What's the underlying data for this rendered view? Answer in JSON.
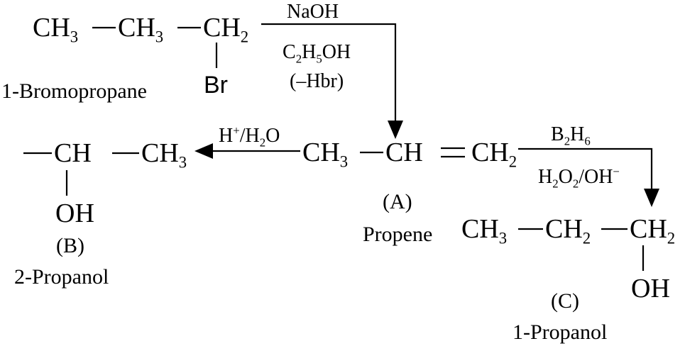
{
  "bromopropane": {
    "c1": "CH",
    "c1_sub": "3",
    "c2": "CH",
    "c2_sub": "3",
    "c3": "CH",
    "c3_sub": "2",
    "br": "Br",
    "name": "1-Bromopropane"
  },
  "reaction_1": {
    "reagent_top": "NaOH",
    "solvent_a": "C",
    "solvent_a_sub": "2",
    "solvent_b": "H",
    "solvent_b_sub": "5",
    "solvent_c": "OH",
    "elim": "(–Hbr)"
  },
  "propene": {
    "c1": "CH",
    "c1_sub": "3",
    "c2": "CH",
    "c3": "CH",
    "c3_sub": "2",
    "label": "(A)",
    "name": "Propene"
  },
  "reaction_2": {
    "a": "H",
    "a_sup": "+",
    "b": "/H",
    "b_sub": "2",
    "c": "O"
  },
  "propanol_2": {
    "c1": "CH",
    "c2": "CH",
    "c2_sub": "3",
    "oh": "OH",
    "label": "(B)",
    "name": "2-Propanol"
  },
  "reaction_3": {
    "a": "B",
    "a_sub": "2",
    "b": "H",
    "b_sub": "6",
    "c": "H",
    "c_sub": "2",
    "d": "O",
    "d_sub": "2",
    "e": "/OH",
    "e_sup": "−"
  },
  "propanol_1": {
    "c1": "CH",
    "c1_sub": "3",
    "c2": "CH",
    "c2_sub": "2",
    "c3": "CH",
    "c3_sub": "2",
    "oh": "OH",
    "label": "(C)",
    "name": "1-Propanol"
  }
}
